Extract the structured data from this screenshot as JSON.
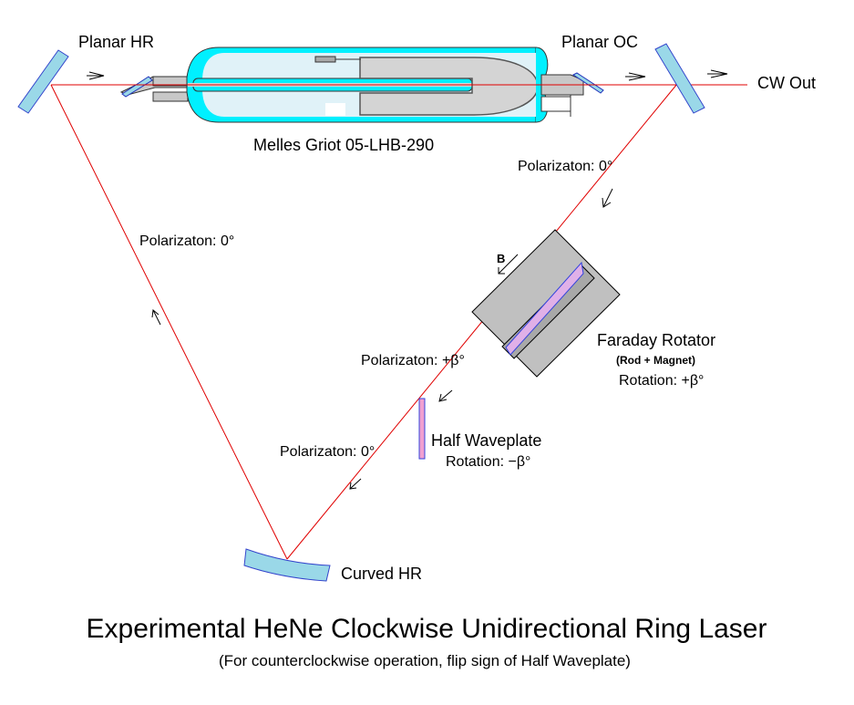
{
  "labels": {
    "planar_hr": "Planar HR",
    "planar_oc": "Planar OC",
    "cw_out": "CW Out",
    "tube_model": "Melles Griot 05-LHB-290",
    "polarization_after_oc": "Polarizaton: 0°",
    "polarization_left_leg": "Polarizaton: 0°",
    "polarization_after_faraday": "Polarizaton: +β°",
    "polarization_after_waveplate": "Polarizaton: 0°",
    "faraday_title": "Faraday Rotator",
    "faraday_subtitle": "(Rod + Magnet)",
    "faraday_rotation": "Rotation: +β°",
    "field_label": "B",
    "waveplate_title": "Half Waveplate",
    "waveplate_rotation": "Rotation: −β°",
    "curved_hr": "Curved HR"
  },
  "title": "Experimental HeNe Clockwise Unidirectional Ring Laser",
  "subtitle": "(For counterclockwise operation, flip sign of Half Waveplate)",
  "icons": {
    "beam_direction": "arrow-icon",
    "magnetic_field": "arrow-icon"
  },
  "colors": {
    "beam": "#e00000",
    "mirror_fill": "#9ad8e8",
    "mirror_edge": "#3344cc",
    "tube_glass": "#00f0ff",
    "tube_interior": "#e0f2f8",
    "electrode": "#d4d4d4",
    "faraday_magnet": "#c0c0c0",
    "faraday_rod": "#e0b0e8",
    "waveplate": "#f0a0d0"
  }
}
